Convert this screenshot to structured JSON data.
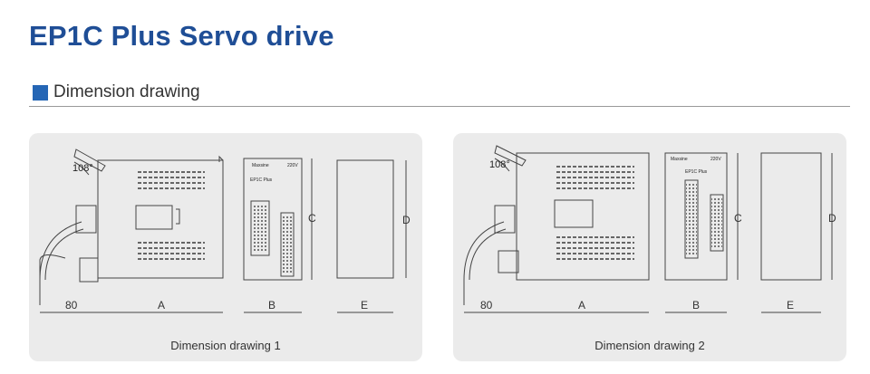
{
  "header": {
    "title": "EP1C Plus Servo drive"
  },
  "section": {
    "label": "Dimension drawing"
  },
  "drawings": [
    {
      "caption": "Dimension drawing 1",
      "angle": "108°",
      "dims": {
        "cable": "80",
        "a": "A",
        "b": "B",
        "c": "C",
        "d": "D",
        "e": "E"
      },
      "brand": "Maxsine",
      "voltage": "220V",
      "model": "EP1C Plus"
    },
    {
      "caption": "Dimension drawing 2",
      "angle": "108°",
      "dims": {
        "cable": "80",
        "a": "A",
        "b": "B",
        "c": "C",
        "d": "D",
        "e": "E"
      },
      "brand": "Maxsine",
      "voltage": "220V",
      "model": "EP1C Plus"
    }
  ],
  "colors": {
    "title": "#1f4e96",
    "accent": "#2566b5",
    "panel": "#ebebeb"
  }
}
